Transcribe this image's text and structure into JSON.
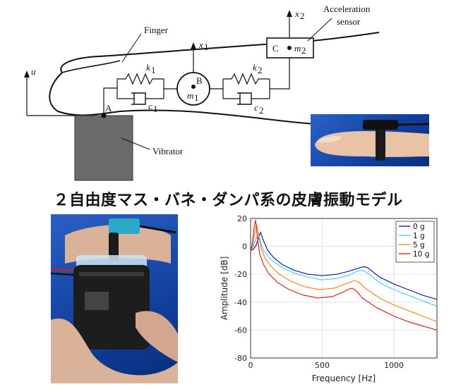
{
  "diagram": {
    "labels": {
      "finger": "Finger",
      "acceleration_sensor_line1": "Acceleration",
      "acceleration_sensor_line2": "sensor",
      "vibrator": "Vibrator",
      "u": "u",
      "x1": "x",
      "x1_sub": "1",
      "x2": "x",
      "x2_sub": "2",
      "point_a": "A",
      "point_b": "B",
      "point_c": "C",
      "m1": "m",
      "m1_sub": "1",
      "m2": "m",
      "m2_sub": "2",
      "k1": "k",
      "k1_sub": "1",
      "k2": "k",
      "k2_sub": "2",
      "c1": "c",
      "c1_sub": "1",
      "c2": "c",
      "c2_sub": "2"
    }
  },
  "title": "２自由度マス・バネ・ダンパ系の皮膚振動モデル",
  "photos": {
    "finger_sensor": "finger-with-sensor-photo",
    "hand_vibrator": "hand-holding-vibrator-photo"
  },
  "chart_data": {
    "type": "line",
    "xlabel": "Frequency [Hz]",
    "ylabel": "Amplitude [dB]",
    "xlim": [
      0,
      1300
    ],
    "ylim": [
      -80,
      20
    ],
    "xticks": [
      0,
      500,
      1000
    ],
    "yticks": [
      20,
      0,
      -20,
      -40,
      -60,
      -80
    ],
    "grid": true,
    "legend_position": "top-right",
    "series": [
      {
        "name": "0 g",
        "color": "#1a1aa6",
        "x": [
          0,
          20,
          40,
          55,
          70,
          90,
          120,
          160,
          220,
          300,
          400,
          500,
          600,
          680,
          740,
          790,
          820,
          850,
          900,
          1000,
          1100,
          1200,
          1300
        ],
        "y": [
          -3,
          -2,
          1,
          6,
          10,
          4,
          -3,
          -8,
          -13,
          -17,
          -20,
          -21,
          -20,
          -18,
          -16,
          -14.5,
          -15.5,
          -18,
          -22,
          -27,
          -31,
          -35,
          -38
        ]
      },
      {
        "name": "1 g",
        "color": "#4fd0f0",
        "x": [
          0,
          20,
          40,
          55,
          70,
          90,
          120,
          160,
          220,
          300,
          400,
          500,
          600,
          680,
          740,
          770,
          800,
          850,
          900,
          1000,
          1100,
          1200,
          1300
        ],
        "y": [
          -3,
          0,
          6,
          9,
          3,
          -3,
          -7,
          -11,
          -15,
          -19,
          -22,
          -24,
          -23,
          -21,
          -18,
          -17,
          -18,
          -22,
          -26,
          -31,
          -35,
          -39,
          -43
        ]
      },
      {
        "name": "5 g",
        "color": "#f08a24",
        "x": [
          0,
          15,
          30,
          42,
          55,
          75,
          100,
          140,
          200,
          280,
          380,
          480,
          580,
          660,
          710,
          730,
          760,
          800,
          900,
          1000,
          1100,
          1200,
          1300
        ],
        "y": [
          -4,
          0,
          10,
          16,
          8,
          -2,
          -8,
          -14,
          -20,
          -25,
          -29,
          -31,
          -30,
          -27,
          -25,
          -24.5,
          -26,
          -30,
          -37,
          -42,
          -46,
          -50,
          -54
        ]
      },
      {
        "name": "10 g",
        "color": "#d42a2a",
        "x": [
          0,
          12,
          25,
          35,
          48,
          65,
          90,
          130,
          190,
          270,
          370,
          470,
          570,
          640,
          690,
          710,
          740,
          780,
          880,
          1000,
          1100,
          1200,
          1300
        ],
        "y": [
          -4,
          2,
          14,
          19,
          6,
          -6,
          -13,
          -20,
          -26,
          -31,
          -35,
          -37,
          -36,
          -33,
          -30.5,
          -30,
          -32,
          -37,
          -44,
          -50,
          -54,
          -57,
          -60
        ]
      }
    ]
  }
}
